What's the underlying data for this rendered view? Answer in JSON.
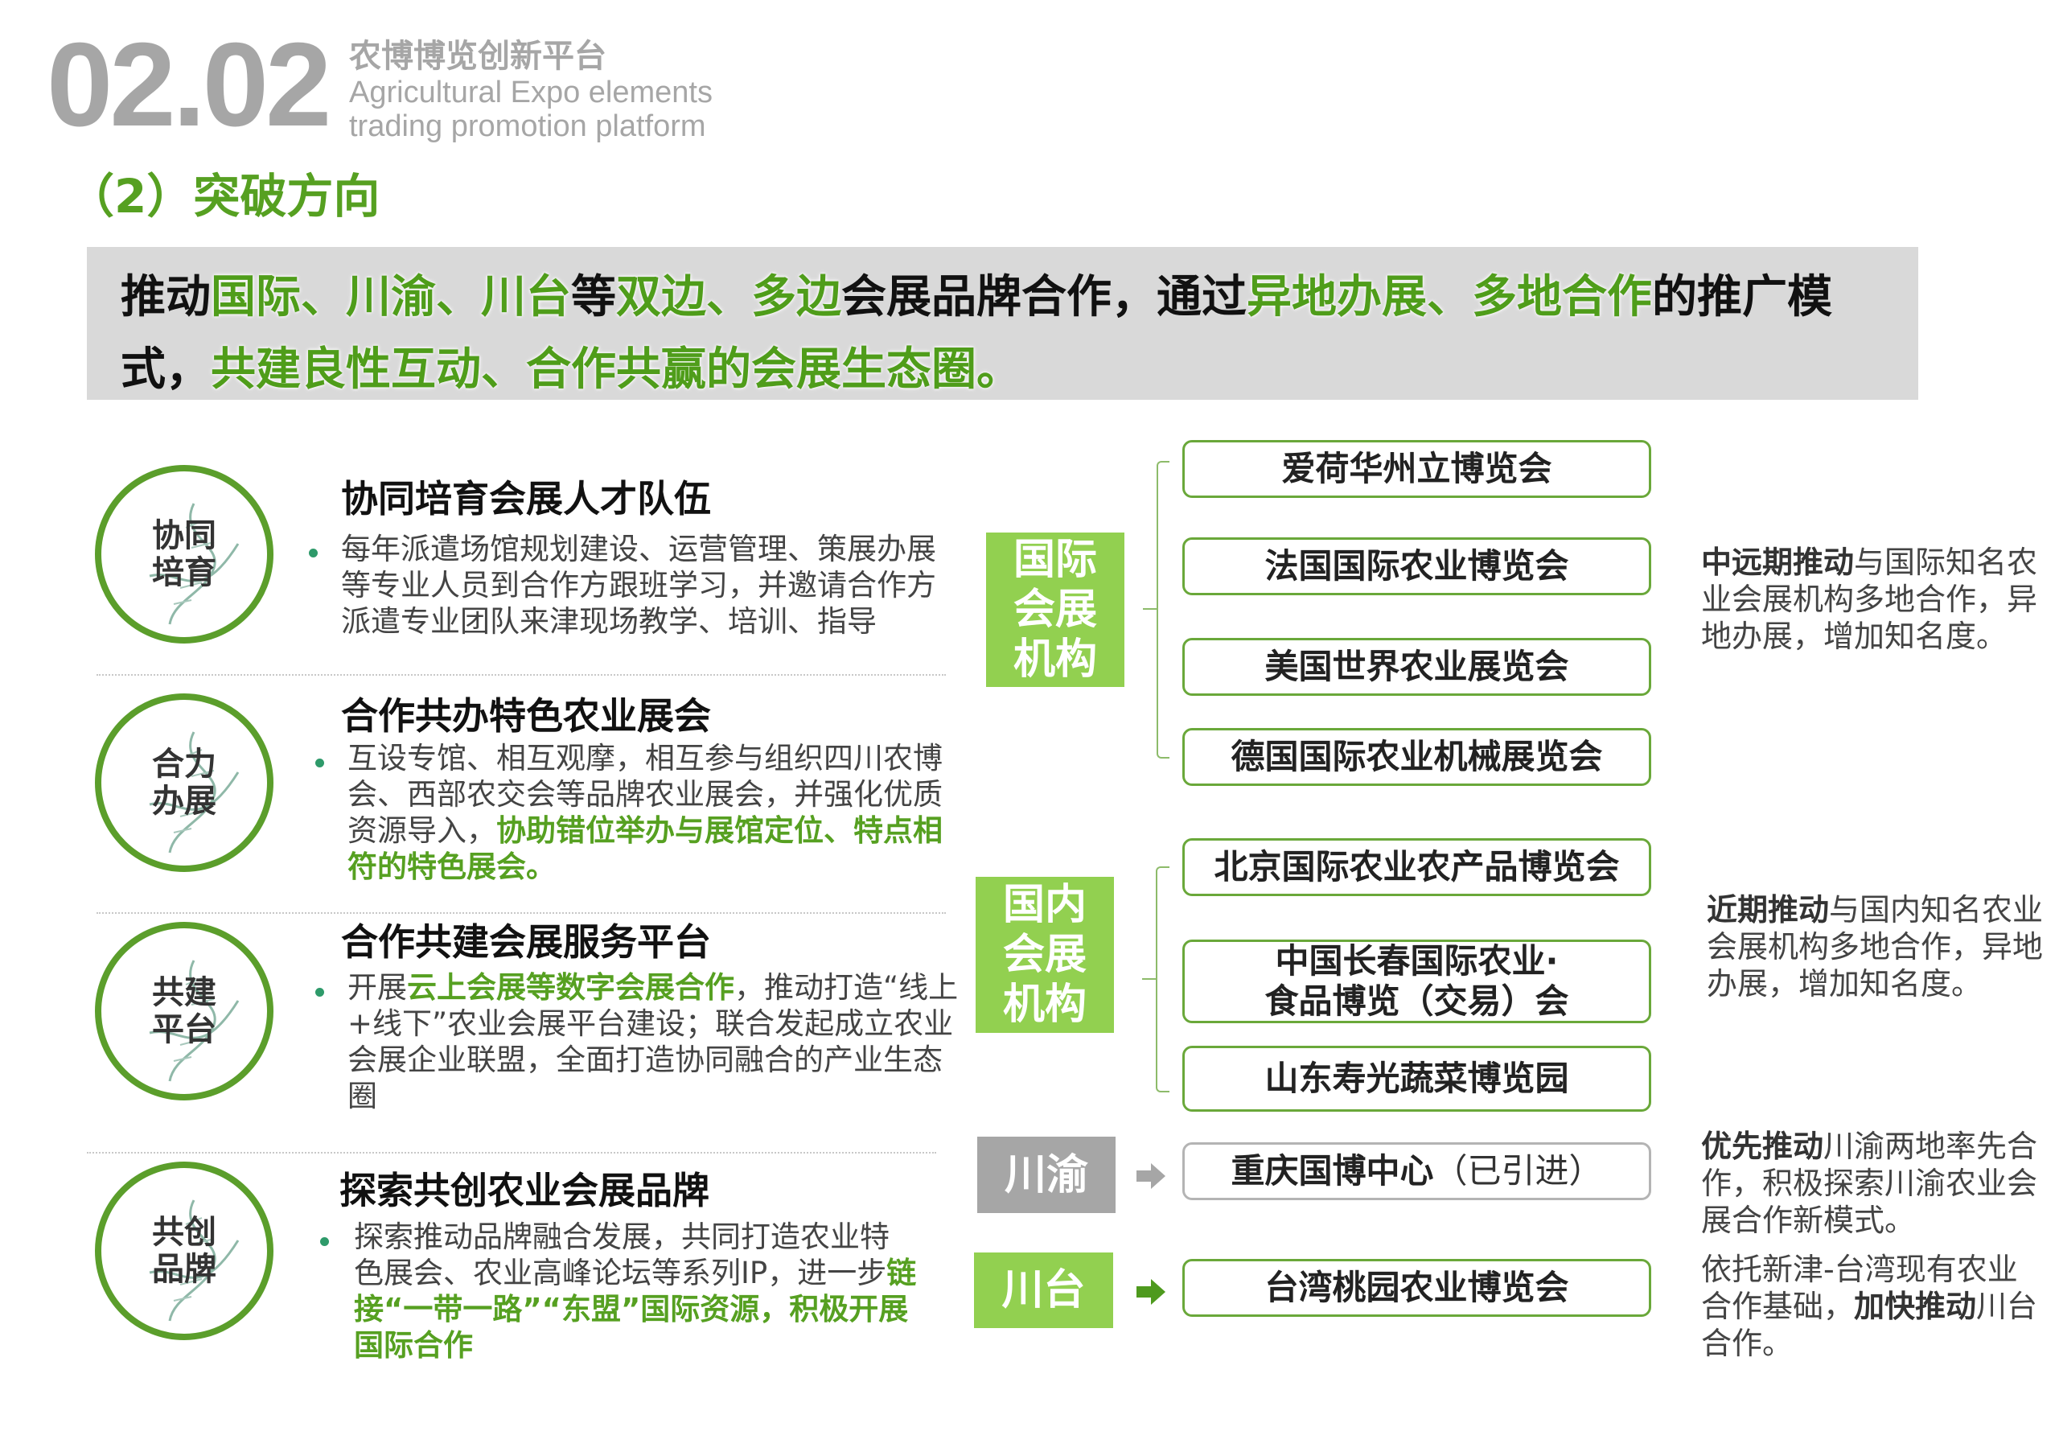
{
  "header": {
    "section_number": "02.02",
    "section_title_cn": "农博博览创新平台",
    "section_title_en_line1": "Agricultural Expo elements",
    "section_title_en_line2": "trading promotion platform",
    "subheading": "（2）突破方向"
  },
  "banner": {
    "segments": [
      {
        "text": "推动",
        "highlight": false
      },
      {
        "text": "国际、川渝、川台",
        "highlight": true
      },
      {
        "text": "等",
        "highlight": false
      },
      {
        "text": "双边、多边",
        "highlight": true
      },
      {
        "text": "会展品牌合作，通过",
        "highlight": false
      },
      {
        "text": "异地办展、多地合作",
        "highlight": true
      },
      {
        "text": "的推广模式，",
        "highlight": false
      },
      {
        "text": "共建良性互动、合作共赢的会展生态圈。",
        "highlight": true
      }
    ]
  },
  "initiatives": [
    {
      "badge_line1": "协同",
      "badge_line2": "培育",
      "title": "协同培育会展人才队伍",
      "body_plain": "每年派遣场馆规划建设、运营管理、策展办展等专业人员到合作方跟班学习，并邀请合作方派遣专业团队来津现场教学、培训、指导",
      "body_pre": "每年派遣场馆规划建设、运营管理、策展办展等专业人员到合作方跟班学习，并邀请合作方派遣专业团队来津现场教学、培训、指导",
      "body_highlight": "",
      "body_post": ""
    },
    {
      "badge_line1": "合力",
      "badge_line2": "办展",
      "title": "合作共办特色农业展会",
      "body_pre": "互设专馆、相互观摩，相互参与组织四川农博会、西部农交会等品牌农业展会，并强化优质资源导入，",
      "body_highlight": "协助错位举办与展馆定位、特点相符的特色展会。",
      "body_post": ""
    },
    {
      "badge_line1": "共建",
      "badge_line2": "平台",
      "title": "合作共建会展服务平台",
      "body_pre": "开展",
      "body_highlight": "云上会展等数字会展合作",
      "body_post": "，推动打造“线上+线下”农业会展平台建设；联合发起成立农业会展企业联盟，全面打造协同融合的产业生态圈"
    },
    {
      "badge_line1": "共创",
      "badge_line2": "品牌",
      "title": "探索共创农业会展品牌",
      "body_pre": "探索推动品牌融合发展，共同打造农业特色展会、农业高峰论坛等系列IP，进一步",
      "body_highlight": "链接“一带一路”“东盟”国际资源，积极开展国际合作",
      "body_post": ""
    }
  ],
  "categories": [
    {
      "label_lines": [
        "国际",
        "会展",
        "机构"
      ],
      "style": "green",
      "orgs": [
        "爱荷华州立博览会",
        "法国国际农业博览会",
        "美国世界农业展览会",
        "德国国际农业机械展览会"
      ],
      "note_bold": "中远期推动",
      "note_rest": "与国际知名农业会展机构多地合作，异地办展，增加知名度。"
    },
    {
      "label_lines": [
        "国内",
        "会展",
        "机构"
      ],
      "style": "green",
      "orgs": [
        "北京国际农业农产品博览会",
        "中国长春国际农业·\n食品博览（交易）会",
        "山东寿光蔬菜博览园"
      ],
      "org_lines": {
        "line1": "中国长春国际农业·",
        "line2": "食品博览（交易）会"
      },
      "note_bold": "近期推动",
      "note_rest": "与国内知名农业会展机构多地合作，异地办展，增加知名度。"
    },
    {
      "label_lines": [
        "川渝"
      ],
      "style": "gray",
      "orgs": [
        "重庆国博中心"
      ],
      "org_suffix": "（已引进）",
      "note_bold": "优先推动",
      "note_rest": "川渝两地率先合作，积极探索川渝农业会展合作新模式。"
    },
    {
      "label_lines": [
        "川台"
      ],
      "style": "green",
      "orgs": [
        "台湾桃园农业博览会"
      ],
      "note_pre": "依托新津-台湾现有农业合作基础，",
      "note_bold": "加快推动",
      "note_rest": "川台合作。"
    }
  ],
  "icons": {
    "dna": "dna-helix-icon",
    "arrow": "arrow-right-icon"
  },
  "colors": {
    "accent_green": "#56a021",
    "label_green": "#92d050",
    "label_gray": "#a6a6a6",
    "banner_bg": "#d9d9d9",
    "circle_border": "#5b9e2b",
    "box_border": "#6aa83a"
  }
}
